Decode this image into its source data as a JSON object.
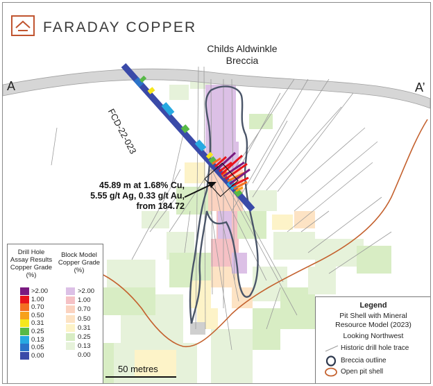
{
  "brand": {
    "name": "FARADAY COPPER",
    "accent": "#c0542f",
    "logo": "faraday-logo-mark"
  },
  "title": {
    "line1": "Childs Aldwinkle",
    "line2": "Breccia"
  },
  "section_labels": {
    "start": "A",
    "end": "A’"
  },
  "drill_hole_label": "FCD-22-023",
  "intercept": {
    "line1": "45.89 m at 1.68% Cu,",
    "line2": "5.55 g/t Ag, 0.33 g/t Au,",
    "line3": "from 184.72"
  },
  "scale_bar": {
    "label": "50 metres"
  },
  "grade_legend": {
    "drill_title": [
      "Drill Hole",
      "Assay Results",
      "Copper Grade",
      "(%)"
    ],
    "block_title": [
      "Block Model",
      "Copper Grade",
      "(%)"
    ],
    "drill_levels": [
      {
        "label": ">2.00",
        "color": "#7a1a80"
      },
      {
        "label": "1.00",
        "color": "#e8141c"
      },
      {
        "label": "0.70",
        "color": "#f36f21"
      },
      {
        "label": "0.50",
        "color": "#f7a11a"
      },
      {
        "label": "0.31",
        "color": "#f6e71c"
      },
      {
        "label": "0.25",
        "color": "#57b947"
      },
      {
        "label": "0.13",
        "color": "#27a9e1"
      },
      {
        "label": "0.05",
        "color": "#2b74c9"
      },
      {
        "label": "0.00",
        "color": "#3a4aa8"
      }
    ],
    "block_levels": [
      {
        "label": ">2.00",
        "color": "#dcc0e6"
      },
      {
        "label": "1.00",
        "color": "#f5c1c5"
      },
      {
        "label": "0.70",
        "color": "#fbd3c0"
      },
      {
        "label": "0.50",
        "color": "#fde3c4"
      },
      {
        "label": "0.31",
        "color": "#fdf3c8"
      },
      {
        "label": "0.25",
        "color": "#d8edc4"
      },
      {
        "label": "0.13",
        "color": "#e6f2da"
      },
      {
        "label": "0.00",
        "color": "#ffffff"
      }
    ]
  },
  "legend": {
    "title": "Legend",
    "subtitle_line1": "Pit Shell with Mineral",
    "subtitle_line2": "Resource Model (2023)",
    "looking": "Looking Northwest",
    "items": [
      {
        "label": "Historic drill hole trace",
        "symbol": "thin-gray-line"
      },
      {
        "label": "Breccia outline",
        "symbol": "dark-blue-ring"
      },
      {
        "label": "Open pit shell",
        "symbol": "orange-ring"
      }
    ]
  },
  "colors": {
    "breccia_outline": "#4a5568",
    "pit_shell": "#c4612e",
    "topography_band": "#d6d6d6",
    "historic_trace": "#9a9a9a"
  }
}
